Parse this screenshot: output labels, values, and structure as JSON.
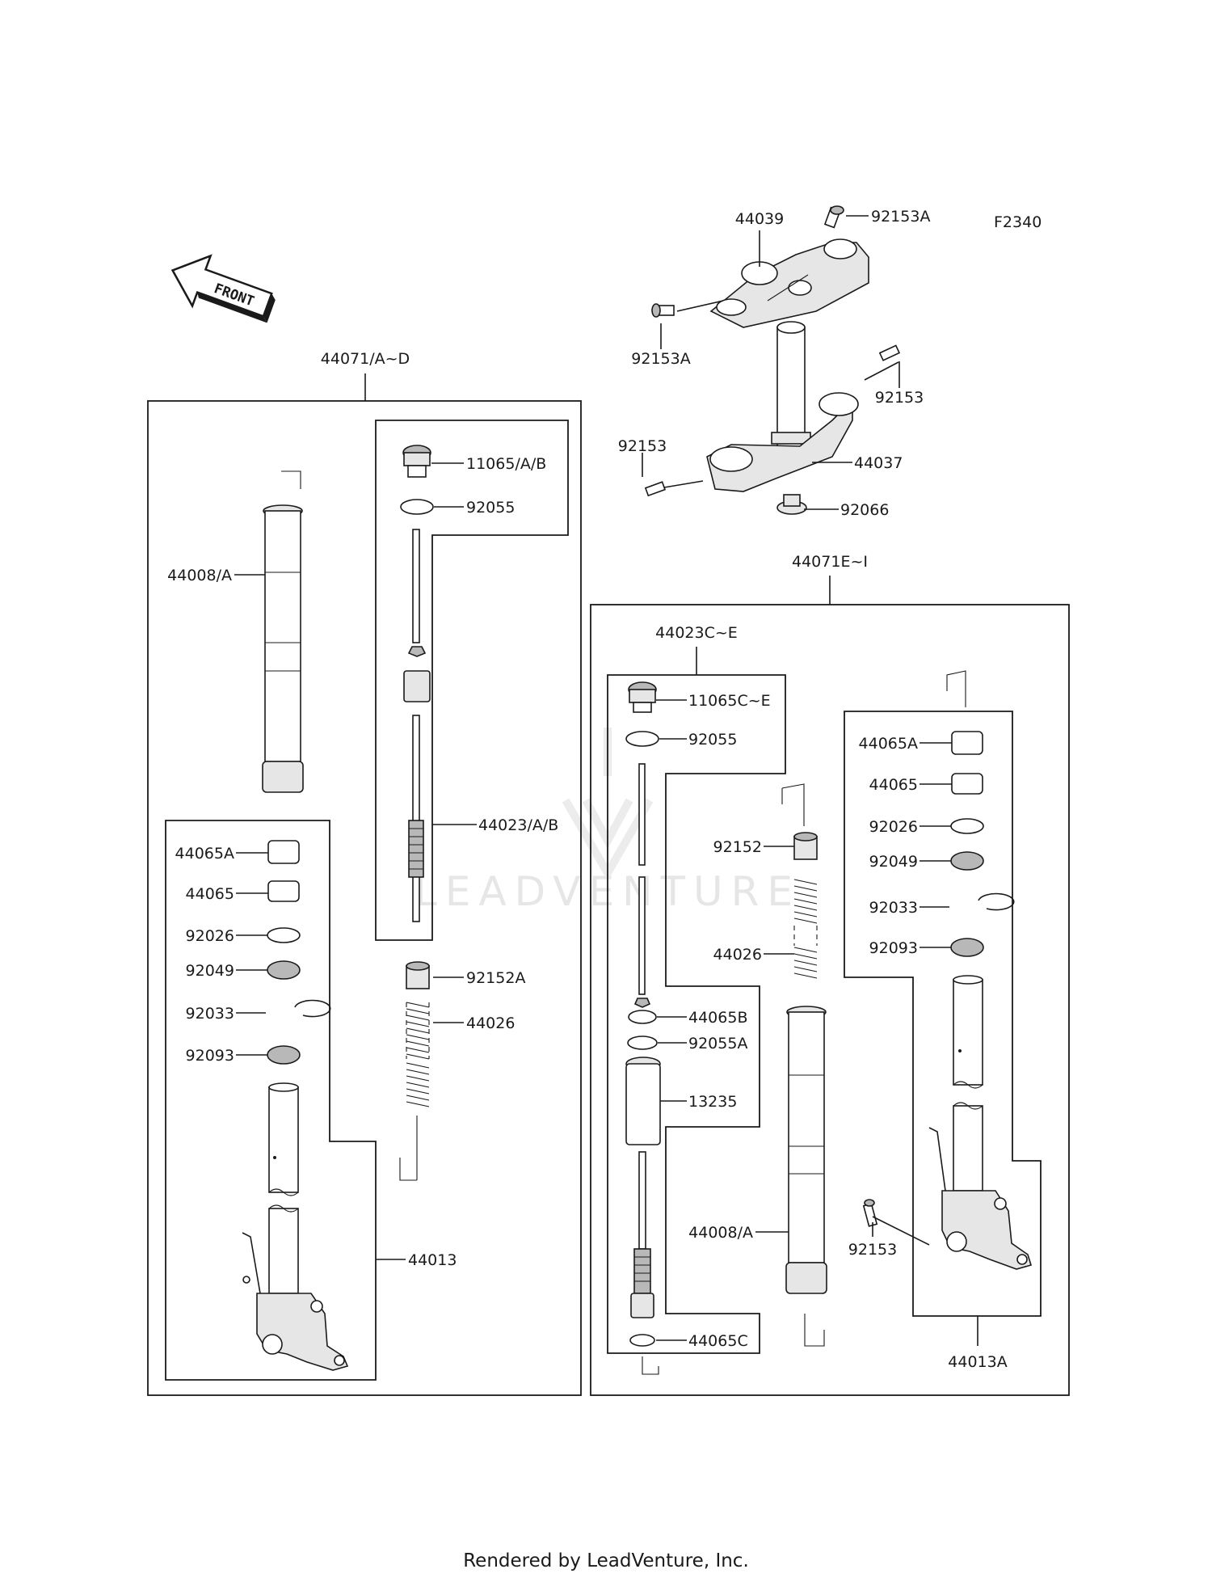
{
  "diagram_code": "F2340",
  "front_badge": "FRONT",
  "footer": "Rendered by LeadVenture, Inc.",
  "watermark": "LEADVENTURE",
  "groups": {
    "left_assembly": "44071/A~D",
    "right_assembly": "44071E~I",
    "left_damper_group": "44023/A/B",
    "right_damper_group": "44023C~E"
  },
  "labels": {
    "p44039": "44039",
    "p92153A_top": "92153A",
    "p92153A_left": "92153A",
    "p92153_right": "92153",
    "p92153_left": "92153",
    "p44037": "44037",
    "p92066": "92066",
    "L_11065": "11065/A/B",
    "L_92055": "92055",
    "L_44008": "44008/A",
    "L_44065A": "44065A",
    "L_44065": "44065",
    "L_92026": "92026",
    "L_92049": "92049",
    "L_92033": "92033",
    "L_92093": "92093",
    "L_92152A": "92152A",
    "L_44026": "44026",
    "L_44013": "44013",
    "R_11065": "11065C~E",
    "R_92055": "92055",
    "R_92152": "92152",
    "R_44026": "44026",
    "R_44065B": "44065B",
    "R_92055A": "92055A",
    "R_13235": "13235",
    "R_44008": "44008/A",
    "R_44065C": "44065C",
    "R_44065A": "44065A",
    "R_44065": "44065",
    "R_92026": "92026",
    "R_92049": "92049",
    "R_92033": "92033",
    "R_92093": "92093",
    "R_92153": "92153",
    "R_44013A": "44013A"
  }
}
